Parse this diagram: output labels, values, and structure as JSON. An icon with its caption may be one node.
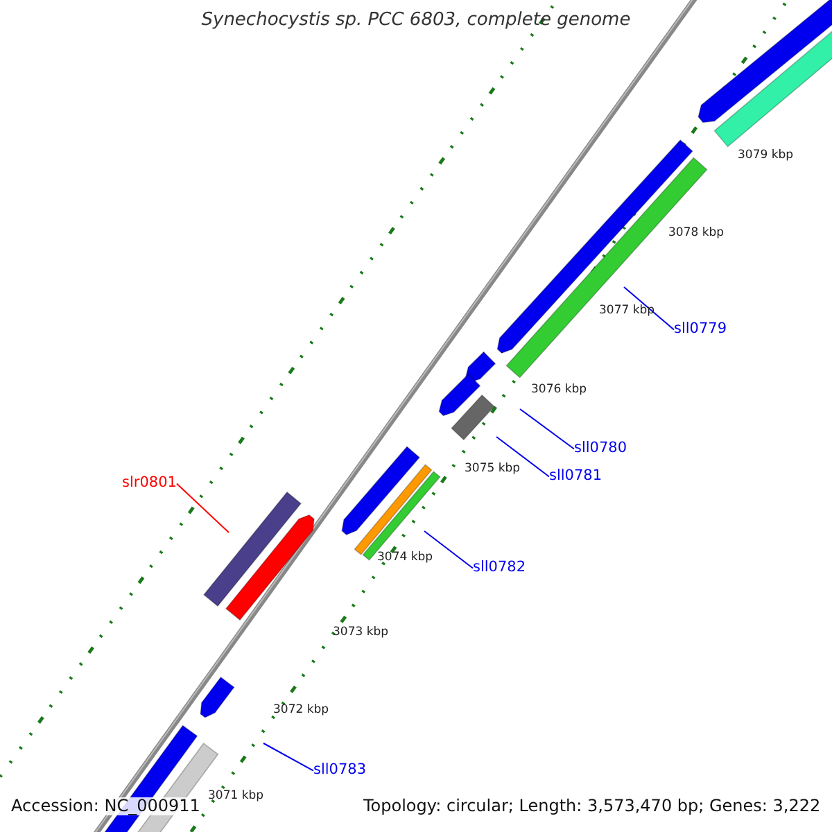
{
  "diagram": {
    "title": "Synechocystis sp. PCC 6803, complete genome",
    "nodes": [
      {
        "text": [
          "sll0779"
        ]
      },
      {
        "text": [
          "sll0780"
        ]
      },
      {
        "text": [
          "sll0781"
        ]
      },
      {
        "text": [
          "slr0801"
        ]
      },
      {
        "text": [
          "sll0782"
        ]
      },
      {
        "text": [
          "sll0783"
        ]
      }
    ],
    "edges": [
      {
        "from": 0,
        "to": null,
        "arrow": "none"
      },
      {
        "from": 1,
        "to": null,
        "arrow": "none"
      },
      {
        "from": 2,
        "to": null,
        "arrow": "none"
      },
      {
        "from": 3,
        "to": null,
        "arrow": "none",
        "color": "#ff0000"
      },
      {
        "from": 4,
        "to": null,
        "arrow": "none"
      },
      {
        "from": 5,
        "to": null,
        "arrow": "none"
      }
    ],
    "labels": [
      "3079 kbp",
      "3078 kbp",
      "3077 kbp",
      "3076 kbp",
      "3075 kbp",
      "3074 kbp",
      "3073 kbp",
      "3072 kbp",
      "3071 kbp",
      "Accession: NC_000911",
      "Topology: circular; Length: 3,573,470 bp; Genes: 3,222"
    ]
  }
}
